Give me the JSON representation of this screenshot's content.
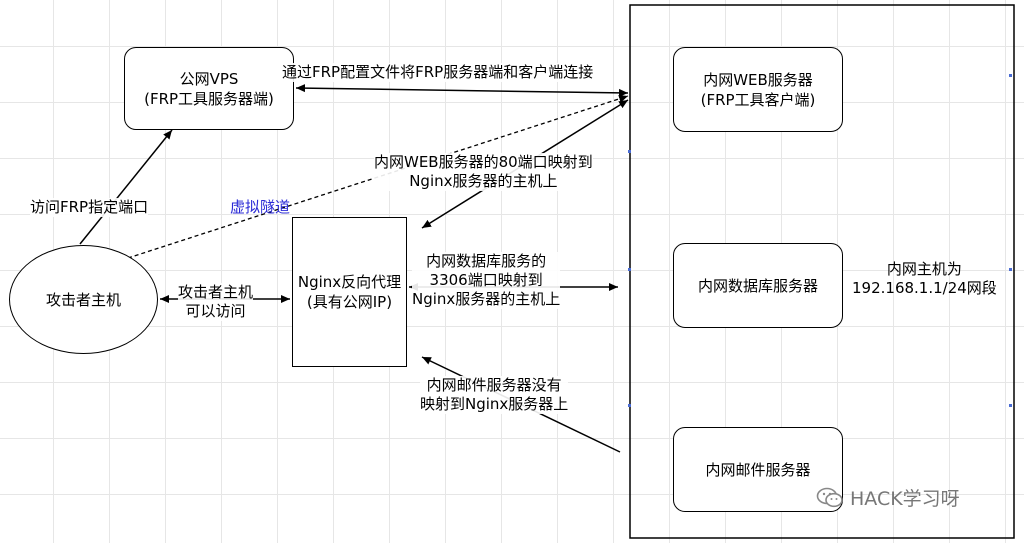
{
  "nodes": {
    "vps": [
      "公网VPS",
      "(FRP工具服务器端)"
    ],
    "attacker": "攻击者主机",
    "nginx": [
      "Nginx反向代理",
      "(具有公网IP)"
    ],
    "web": [
      "内网WEB服务器",
      "(FRP工具客户端)"
    ],
    "db": "内网数据库服务器",
    "mail": "内网邮件服务器"
  },
  "labels": {
    "frp_connect": "通过FRP配置文件将FRP服务器端和客户端连接",
    "web_map": [
      "内网WEB服务器的80端口映射到",
      "Nginx服务器的主机上"
    ],
    "access_frp": "访问FRP指定端口",
    "tunnel": "虚拟隧道",
    "db_map": [
      "内网数据库服务的",
      "3306端口映射到",
      "Nginx服务器的主机上"
    ],
    "attacker_access": [
      "攻击者主机",
      "可以访问"
    ],
    "mail_nomap": [
      "内网邮件服务器没有",
      "映射到Nginx服务器上"
    ],
    "subnet": [
      "内网主机为",
      "192.168.1.1/24网段"
    ]
  },
  "watermark": "HACK学习呀",
  "colors": {
    "tunnel_text": "#2b2bd6",
    "watermark": "#777777"
  }
}
